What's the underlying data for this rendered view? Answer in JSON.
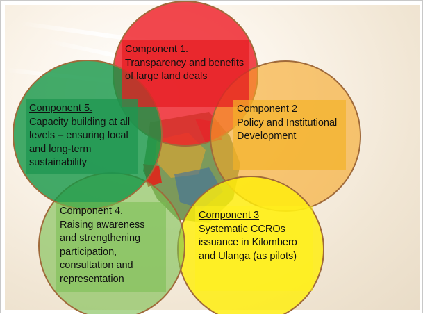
{
  "components": [
    {
      "title": "Component 1.",
      "body": "Transparency and benefits of large land deals",
      "color": "#e61e23"
    },
    {
      "title": "Component 2",
      "body": "Policy and Institutional Development",
      "color": "#f4b228"
    },
    {
      "title": "Component 3",
      "body": "Systematic CCROs issuance in Kilombero and Ulanga (as pilots)",
      "color": "#fff01e"
    },
    {
      "title": "Component 4.",
      "body": "Raising awareness and strengthening participation, consultation and representation",
      "color": "#78be50"
    },
    {
      "title": "Component 5.",
      "body": "Capacity building at all levels – ensuring local and long-term sustainability",
      "color": "#1e9650"
    }
  ]
}
